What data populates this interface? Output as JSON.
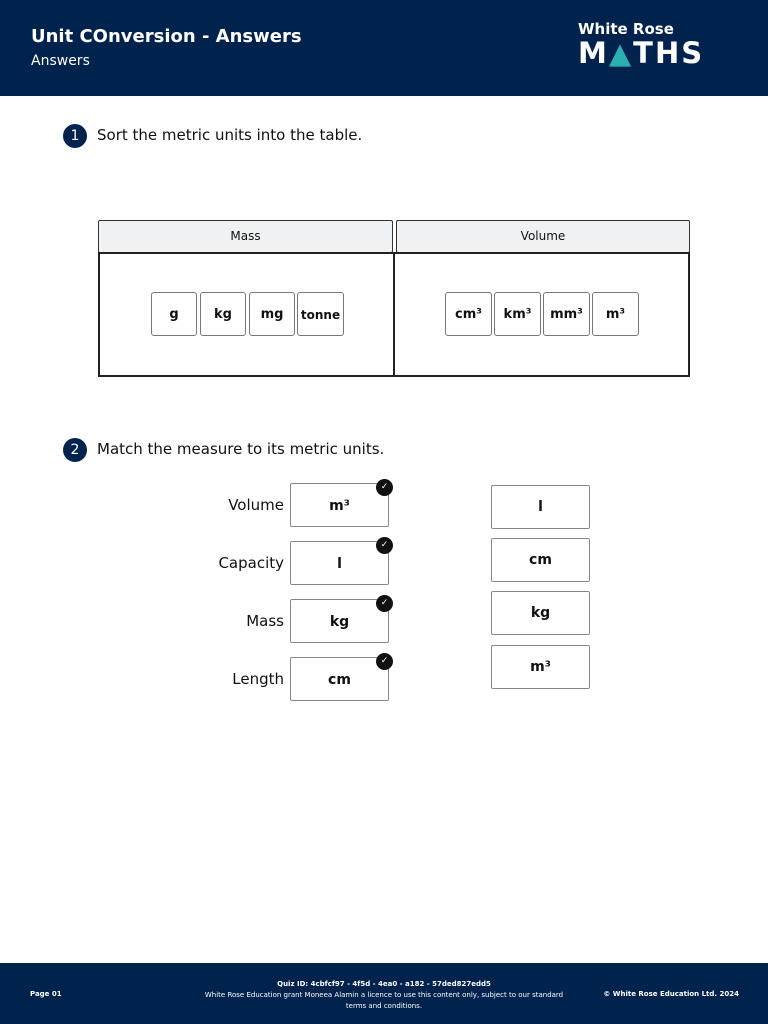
{
  "header": {
    "title": "Unit COnversion - Answers",
    "subtitle": "Answers",
    "logo_line1": "White Rose",
    "logo_line2a": "M",
    "logo_line2b": "▲",
    "logo_line2c": "THS"
  },
  "q1": {
    "number": "1",
    "text": "Sort the metric units into the table.",
    "columns": [
      {
        "header": "Mass",
        "items": [
          "g",
          "kg",
          "mg",
          "tonne"
        ]
      },
      {
        "header": "Volume",
        "items": [
          "cm³",
          "km³",
          "mm³",
          "m³"
        ]
      }
    ]
  },
  "q2": {
    "number": "2",
    "text": "Match the measure to its metric units.",
    "pairs": [
      {
        "label": "Volume",
        "answer": "m³",
        "correct": true
      },
      {
        "label": "Capacity",
        "answer": "l",
        "correct": true
      },
      {
        "label": "Mass",
        "answer": "kg",
        "correct": true
      },
      {
        "label": "Length",
        "answer": "cm",
        "correct": true
      }
    ],
    "options": [
      "l",
      "cm",
      "kg",
      "m³"
    ],
    "check_icon": "✓"
  },
  "footer": {
    "page": "Page 01",
    "quiz_id": "Quiz ID: 4cbfcf97 - 4f5d - 4ea0 - a182 - 57ded827edd5",
    "licence": "White Rose Education grant Moneea Alamin a licence to use this content only, subject to our standard terms and conditions.",
    "copyright": "© White Rose Education Ltd. 2024"
  },
  "colors": {
    "brand": "#00234d",
    "accent": "#2ab0b0"
  }
}
